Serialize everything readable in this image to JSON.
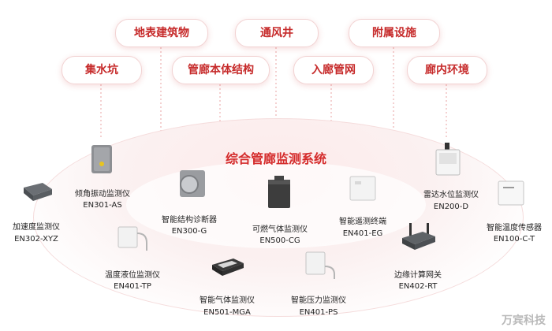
{
  "categories": {
    "row1": [
      "地表建筑物",
      "通风井",
      "附属设施"
    ],
    "row2": [
      "集水坑",
      "管廊本体结构",
      "入廊管网",
      "廊内环境"
    ]
  },
  "system_title": "综合管廊监测系统",
  "devices": [
    {
      "name": "倾角振动监测仪",
      "model": "EN301-AS"
    },
    {
      "name": "智能结构诊断器",
      "model": "EN300-G"
    },
    {
      "name": "可燃气体监测仪",
      "model": "EN500-CG"
    },
    {
      "name": "智能遥测终端",
      "model": "EN401-EG"
    },
    {
      "name": "雷达水位监测仪",
      "model": "EN200-D"
    },
    {
      "name": "加速度监测仪",
      "model": "EN302-XYZ"
    },
    {
      "name": "智能温度传感器",
      "model": "EN100-C-T"
    },
    {
      "name": "温度液位监测仪",
      "model": "EN401-TP"
    },
    {
      "name": "智能气体监测仪",
      "model": "EN501-MGA"
    },
    {
      "name": "智能压力监测仪",
      "model": "EN401-PS"
    },
    {
      "name": "边缘计算网关",
      "model": "EN402-RT"
    }
  ],
  "watermark": "万宾科技",
  "colors": {
    "accent": "#d42a2a",
    "pill_text": "#c62a2a",
    "oval": "#fbecec"
  }
}
